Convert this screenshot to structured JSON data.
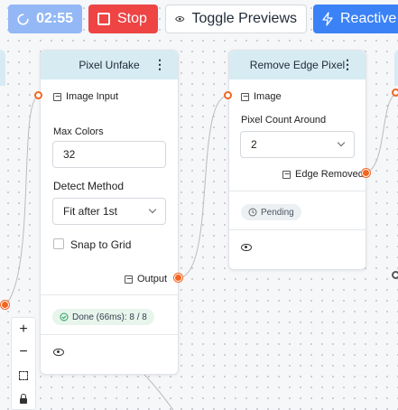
{
  "toolbar": {
    "timer": "02:55",
    "stop_label": "Stop",
    "toggle_label": "Toggle Previews",
    "reactive_label": "Reactive"
  },
  "node_pixel_unfake": {
    "title": "Pixel Unfake",
    "input_label": "Image Input",
    "max_colors_label": "Max Colors",
    "max_colors_value": "32",
    "detect_method_label": "Detect Method",
    "detect_method_value": "Fit after 1st",
    "snap_label": "Snap to Grid",
    "output_label": "Output",
    "status": "Done (66ms): 8 / 8"
  },
  "node_remove_edge": {
    "title": "Remove Edge Pixel",
    "input_label": "Image",
    "pixel_count_label": "Pixel Count Around",
    "pixel_count_value": "2",
    "output_label": "Edge Removed",
    "status": "Pending"
  },
  "icons": {
    "timer": "loading-spinner-icon",
    "stop": "stop-square-icon",
    "toggle": "eye-icon",
    "reactive": "lightning-bolt-icon",
    "menu": "kebab-menu-icon",
    "port_type": "image-icon",
    "status_done": "check-circle-icon",
    "status_pending": "clock-icon",
    "zoom_in": "plus-icon",
    "zoom_out": "minus-icon",
    "fit": "fit-view-icon",
    "lock": "lock-icon"
  },
  "colors": {
    "accent": "#3b82f6",
    "stop": "#ee4444",
    "port": "#f26522",
    "node_header": "#d7ebf3",
    "status_done_bg": "#e7f5ec"
  }
}
